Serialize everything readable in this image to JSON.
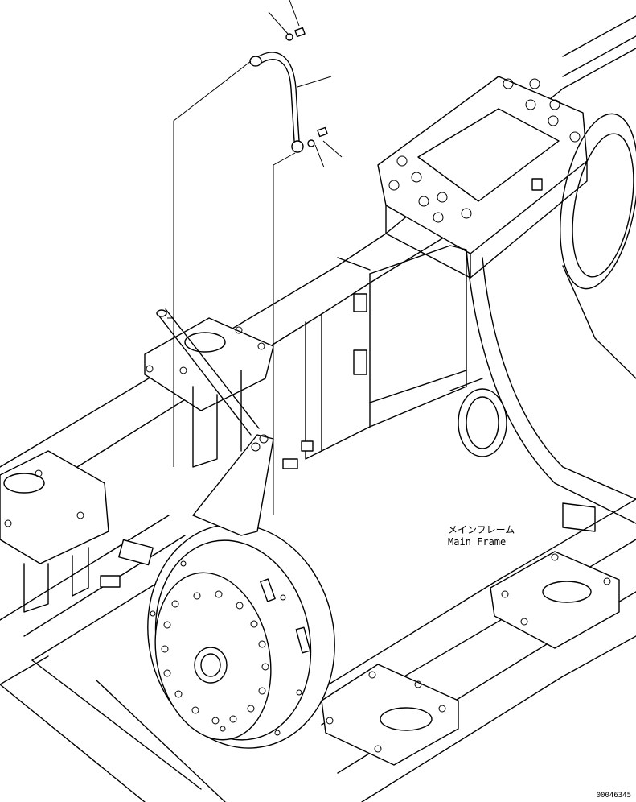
{
  "diagram": {
    "callout_main_frame_jp": "メインフレーム",
    "callout_main_frame_en": "Main Frame",
    "drawing_number": "00046345",
    "line_color": "#000000",
    "background_color": "#ffffff"
  }
}
